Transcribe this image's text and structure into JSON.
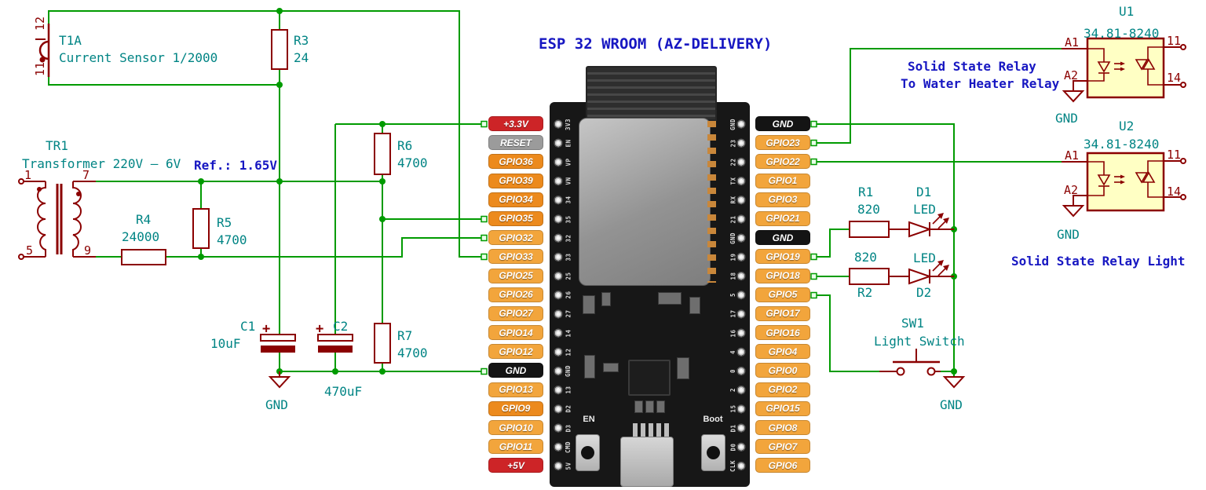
{
  "title": "ESP 32 WROOM (AZ-DELIVERY)",
  "annotations": {
    "ref_note": "Ref.: 1.65V",
    "ssr_top_1": "Solid State Relay",
    "ssr_top_2": "To Water Heater Relay",
    "ssr_bottom": "Solid State Relay Light"
  },
  "power": {
    "gnd": "GND"
  },
  "components": {
    "t1a": {
      "ref": "T1A",
      "value": "Current Sensor 1/2000",
      "pin_12": "12",
      "pin_11": "11"
    },
    "tr1": {
      "ref": "TR1",
      "value": "Transformer 220V – 6V",
      "pin_1": "1",
      "pin_7": "7",
      "pin_5": "5",
      "pin_9": "9"
    },
    "r3": {
      "ref": "R3",
      "value": "24"
    },
    "r4": {
      "ref": "R4",
      "value": "24000"
    },
    "r5": {
      "ref": "R5",
      "value": "4700"
    },
    "r6": {
      "ref": "R6",
      "value": "4700"
    },
    "r7": {
      "ref": "R7",
      "value": "4700"
    },
    "c1": {
      "ref": "C1",
      "value": "10uF",
      "polarity": "+"
    },
    "c2": {
      "ref": "C2",
      "value": "470uF",
      "polarity": "+"
    },
    "r1": {
      "ref": "R1",
      "value": "820"
    },
    "r2": {
      "ref": "R2",
      "value": "820"
    },
    "d1": {
      "ref": "D1",
      "value": "LED"
    },
    "d2": {
      "ref": "D2",
      "value": "LED"
    },
    "sw1": {
      "ref": "SW1",
      "value": "Light Switch"
    },
    "u1": {
      "ref": "U1",
      "value": "34.81-8240",
      "pin_a1": "A1",
      "pin_a2": "A2",
      "pin_11": "11",
      "pin_14": "14"
    },
    "u2": {
      "ref": "U2",
      "value": "34.81-8240",
      "pin_a1": "A1",
      "pin_a2": "A2",
      "pin_11": "11",
      "pin_14": "14"
    }
  },
  "esp32": {
    "left_pins": [
      {
        "label": "+3.3V",
        "type": "power"
      },
      {
        "label": "RESET",
        "type": "reset"
      },
      {
        "label": "GPIO36",
        "type": "gpio-dark"
      },
      {
        "label": "GPIO39",
        "type": "gpio-dark"
      },
      {
        "label": "GPIO34",
        "type": "gpio-dark"
      },
      {
        "label": "GPIO35",
        "type": "gpio-dark"
      },
      {
        "label": "GPIO32",
        "type": "gpio"
      },
      {
        "label": "GPIO33",
        "type": "gpio"
      },
      {
        "label": "GPIO25",
        "type": "gpio"
      },
      {
        "label": "GPIO26",
        "type": "gpio"
      },
      {
        "label": "GPIO27",
        "type": "gpio"
      },
      {
        "label": "GPIO14",
        "type": "gpio"
      },
      {
        "label": "GPIO12",
        "type": "gpio"
      },
      {
        "label": "GND",
        "type": "ground"
      },
      {
        "label": "GPIO13",
        "type": "gpio"
      },
      {
        "label": "GPIO9",
        "type": "gpio-dark"
      },
      {
        "label": "GPIO10",
        "type": "gpio"
      },
      {
        "label": "GPIO11",
        "type": "gpio"
      },
      {
        "label": "+5V",
        "type": "power"
      }
    ],
    "right_pins": [
      {
        "label": "GND",
        "type": "ground"
      },
      {
        "label": "GPIO23",
        "type": "gpio"
      },
      {
        "label": "GPIO22",
        "type": "gpio"
      },
      {
        "label": "GPIO1",
        "type": "gpio"
      },
      {
        "label": "GPIO3",
        "type": "gpio"
      },
      {
        "label": "GPIO21",
        "type": "gpio"
      },
      {
        "label": "GND",
        "type": "ground"
      },
      {
        "label": "GPIO19",
        "type": "gpio"
      },
      {
        "label": "GPIO18",
        "type": "gpio"
      },
      {
        "label": "GPIO5",
        "type": "gpio"
      },
      {
        "label": "GPIO17",
        "type": "gpio"
      },
      {
        "label": "GPIO16",
        "type": "gpio"
      },
      {
        "label": "GPIO4",
        "type": "gpio"
      },
      {
        "label": "GPIO0",
        "type": "gpio"
      },
      {
        "label": "GPIO2",
        "type": "gpio"
      },
      {
        "label": "GPIO15",
        "type": "gpio"
      },
      {
        "label": "GPIO8",
        "type": "gpio"
      },
      {
        "label": "GPIO7",
        "type": "gpio"
      },
      {
        "label": "GPIO6",
        "type": "gpio"
      }
    ],
    "board_labels_left": [
      "3V3",
      "EN",
      "VP",
      "VN",
      "34",
      "35",
      "32",
      "33",
      "25",
      "26",
      "27",
      "14",
      "12",
      "GND",
      "13",
      "D2",
      "D3",
      "CMD",
      "5V"
    ],
    "board_labels_right": [
      "GND",
      "23",
      "22",
      "TX",
      "RX",
      "21",
      "GND",
      "19",
      "18",
      "5",
      "17",
      "16",
      "4",
      "0",
      "2",
      "15",
      "D1",
      "D0",
      "CLK"
    ],
    "buttons": {
      "en": "EN",
      "boot": "Boot"
    }
  },
  "colors": {
    "wire": "#009b00",
    "symbol": "#8b0000",
    "label_text": "#008484",
    "note_text": "#1717c2",
    "relay_fill": "#ffffc4",
    "pin_power": "#cd2427",
    "pin_gpio": "#f2a53c",
    "pin_gpio_dark": "#ec8a1d",
    "pin_ground": "#141414",
    "pin_reset": "#9b9b9b"
  }
}
